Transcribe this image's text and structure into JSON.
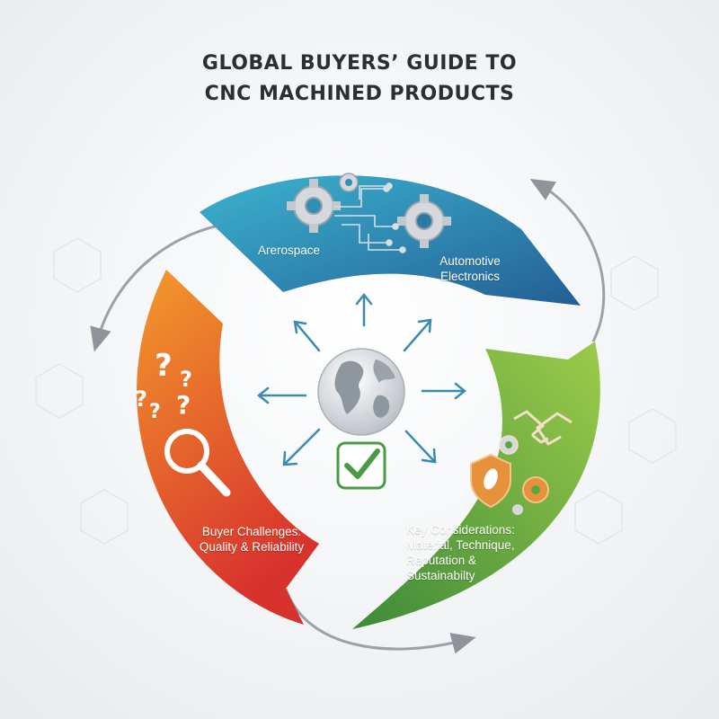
{
  "title": {
    "line1": "GLOBAL BUYERS’ GUIDE TO",
    "line2": "CNC MACHINED PRODUCTS"
  },
  "segments": {
    "top": {
      "label_left": "Arerospace",
      "label_right_line1": "Automotive",
      "label_right_line2": "Electronics",
      "color": "#2f8fb4"
    },
    "left": {
      "label_line1": "Buyer Challenges:",
      "label_line2": "Quality & Reliability",
      "color": "#e2572b"
    },
    "right": {
      "label_line1": "Key Considerations:",
      "label_line2": "Material, Technique,",
      "label_line3": "Reputation &",
      "label_line4": "Sustainabilty",
      "color": "#5da540"
    }
  },
  "icons": {
    "top": [
      "gear-icon",
      "circuit-icon"
    ],
    "left": [
      "question-marks-icon",
      "magnifier-icon"
    ],
    "right": [
      "handshake-icon",
      "shield-leaf-icon",
      "gear-icon"
    ],
    "center": [
      "globe-icon",
      "checkmark-icon",
      "arrow-icon"
    ]
  }
}
